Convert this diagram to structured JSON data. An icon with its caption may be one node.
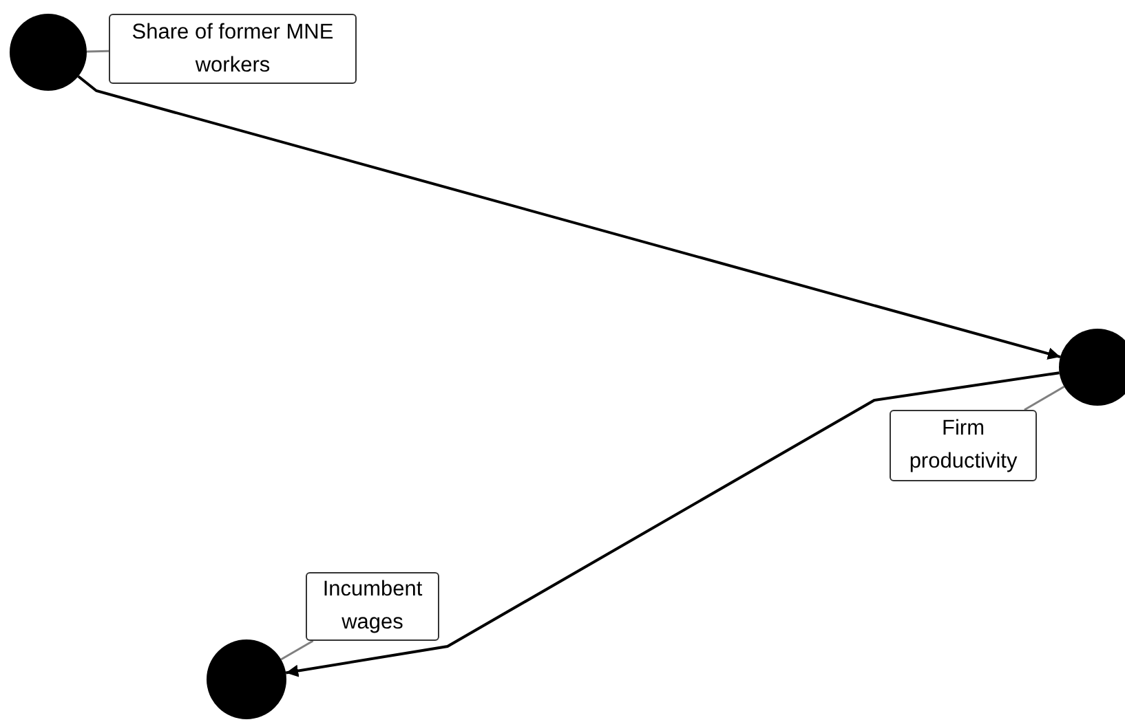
{
  "diagram": {
    "nodes": [
      {
        "text": [],
        "shape": "circle"
      },
      {
        "text": [
          "Share of former MNE workers"
        ]
      },
      {
        "text": [],
        "shape": "circle"
      },
      {
        "text": [
          "Firm productivity"
        ]
      },
      {
        "text": [
          "Incumbent wages"
        ]
      },
      {
        "text": [],
        "shape": "circle"
      }
    ],
    "edges": [
      {
        "from": 0,
        "to": 2,
        "arrow": "to",
        "color": "#000000"
      },
      {
        "from": 2,
        "to": 5,
        "arrow": "to",
        "color": "#000000"
      },
      {
        "from": 1,
        "to": 0,
        "arrow": "none",
        "color": "#808080"
      },
      {
        "from": 3,
        "to": 2,
        "arrow": "none",
        "color": "#808080"
      },
      {
        "from": 4,
        "to": 5,
        "arrow": "none",
        "color": "#808080"
      }
    ]
  }
}
